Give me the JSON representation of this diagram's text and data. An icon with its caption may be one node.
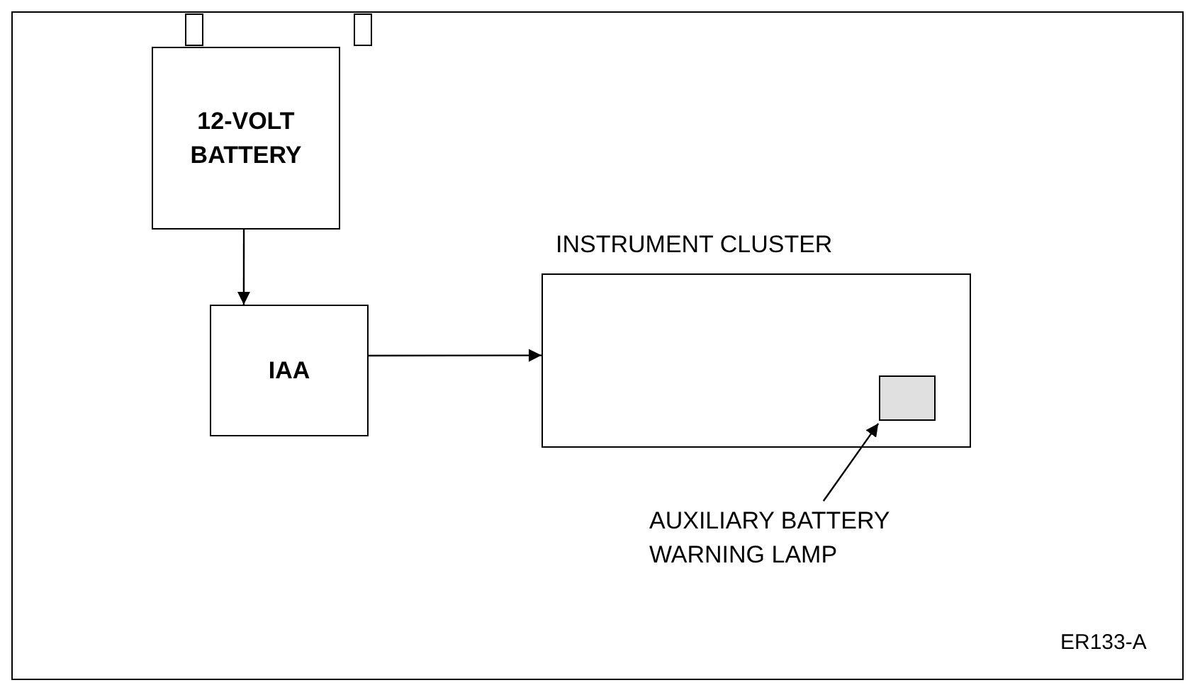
{
  "diagram": {
    "nodes": [
      {
        "text": [
          "12-VOLT BATTERY"
        ]
      },
      {
        "text": [
          "IAA"
        ]
      },
      {
        "text": [
          "INSTRUMENT CLUSTER"
        ]
      },
      {
        "text": [],
        "shape": "box",
        "in": 2
      },
      {
        "text": [
          "AUXILIARY BATTERY WARNING LAMP"
        ]
      }
    ],
    "edges": [
      {
        "from": 0,
        "to": 1,
        "arrow": "to"
      },
      {
        "from": 1,
        "to": 2,
        "arrow": "to"
      },
      {
        "from": 4,
        "to": 3,
        "arrow": "to"
      }
    ],
    "labels": [
      "ER133-A"
    ]
  }
}
